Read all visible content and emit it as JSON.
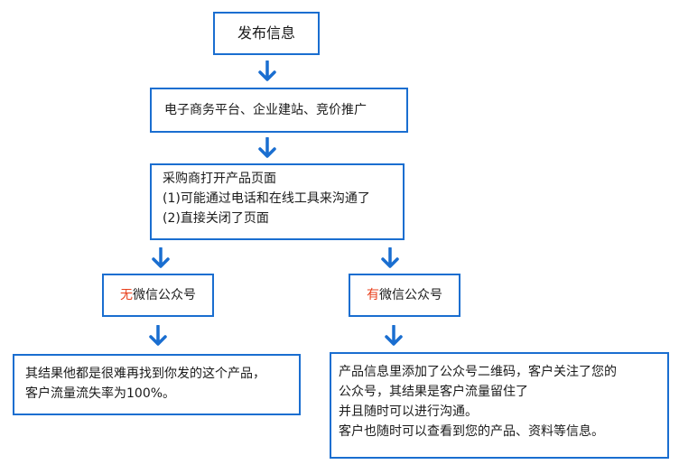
{
  "colors": {
    "border": "#1a6ed0",
    "arrow": "#1a6ed0",
    "accent": "#e8401c",
    "text": "#1a1a1a"
  },
  "icons": {
    "arrow": "chevron-down-arrow-icon"
  },
  "nodes": {
    "publish": {
      "text": "发布信息"
    },
    "channels": {
      "text": "电子商务平台、企业建站、竞价推广"
    },
    "buyer": {
      "lines": [
        "采购商打开产品页面",
        "(1)可能通过电话和在线工具来沟通了",
        "(2)直接关闭了页面"
      ]
    },
    "no_wechat": {
      "prefix": "无",
      "text": "微信公众号"
    },
    "has_wechat": {
      "prefix": "有",
      "text": "微信公众号"
    },
    "no_result": {
      "lines": [
        "其结果他都是很难再找到你发的这个产品，",
        "客户流量流失率为100%。"
      ]
    },
    "has_result": {
      "lines": [
        "产品信息里添加了公众号二维码，客户关注了您的",
        "公众号，其结果是客户流量留住了",
        "并且随时可以进行沟通。",
        "客户也随时可以查看到您的产品、资料等信息。"
      ]
    }
  }
}
